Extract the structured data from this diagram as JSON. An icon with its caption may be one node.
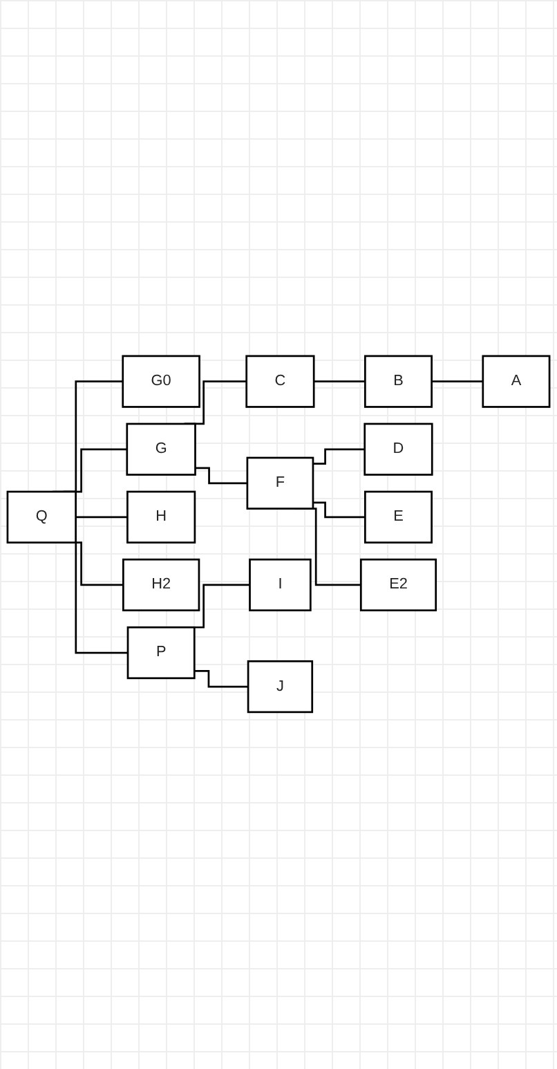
{
  "diagram": {
    "nodes": [
      {
        "text": [
          "Q"
        ]
      },
      {
        "text": [
          "G0"
        ]
      },
      {
        "text": [
          "G"
        ]
      },
      {
        "text": [
          "C"
        ]
      },
      {
        "text": [
          "B"
        ]
      },
      {
        "text": [
          "A"
        ]
      },
      {
        "text": [
          "F"
        ]
      },
      {
        "text": [
          "D"
        ]
      },
      {
        "text": [
          "E"
        ]
      },
      {
        "text": [
          "E2"
        ]
      },
      {
        "text": [
          "H"
        ]
      },
      {
        "text": [
          "H2"
        ]
      },
      {
        "text": [
          "P"
        ]
      },
      {
        "text": [
          "I"
        ]
      },
      {
        "text": [
          "J"
        ]
      }
    ],
    "edges": [
      {
        "from": 0,
        "to": 1,
        "arrow": "none"
      },
      {
        "from": 0,
        "to": 2,
        "arrow": "none"
      },
      {
        "from": 2,
        "to": 3,
        "arrow": "none"
      },
      {
        "from": 3,
        "to": 4,
        "arrow": "none"
      },
      {
        "from": 4,
        "to": 5,
        "arrow": "none"
      },
      {
        "from": 2,
        "to": 6,
        "arrow": "none"
      },
      {
        "from": 6,
        "to": 7,
        "arrow": "none"
      },
      {
        "from": 6,
        "to": 8,
        "arrow": "none"
      },
      {
        "from": 6,
        "to": 9,
        "arrow": "none"
      },
      {
        "from": 0,
        "to": 10,
        "arrow": "none"
      },
      {
        "from": 0,
        "to": 11,
        "arrow": "none"
      },
      {
        "from": 0,
        "to": 12,
        "arrow": "none"
      },
      {
        "from": 12,
        "to": 13,
        "arrow": "none"
      },
      {
        "from": 12,
        "to": 14,
        "arrow": "none"
      }
    ]
  }
}
